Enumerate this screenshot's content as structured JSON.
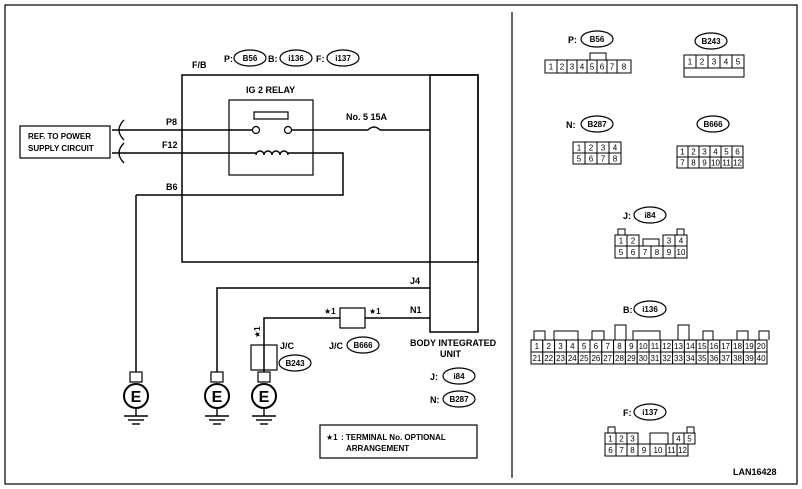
{
  "circuit": {
    "fb_label": "F/B",
    "conn_p_prefix": "P:",
    "conn_p": "B56",
    "conn_b_prefix": "B:",
    "conn_b": "i136",
    "conn_f_prefix": "F:",
    "conn_f": "i137",
    "relay_title": "IG 2 RELAY",
    "fuse_label": "No. 5  15A",
    "ref_box": [
      "REF. TO POWER",
      "SUPPLY CIRCUIT"
    ],
    "pin_p8": "P8",
    "pin_f12": "F12",
    "pin_b6": "B6",
    "pin_j4": "J4",
    "pin_n1": "N1",
    "star_a": "★1",
    "star_b": "★1",
    "star_c": "★1",
    "jc_left": "J/C",
    "jc_left_conn": "B243",
    "jc_mid": "J/C",
    "jc_mid_conn": "B666",
    "biu": [
      "BODY INTEGRATED",
      "UNIT"
    ],
    "biu_j_prefix": "J:",
    "biu_j": "i84",
    "biu_n_prefix": "N:",
    "biu_n": "B287",
    "ground": "E",
    "note_star": "★1",
    "note_text": [
      ": TERMINAL No. OPTIONAL",
      "ARRANGEMENT"
    ]
  },
  "connectors": {
    "b56": {
      "prefix": "P:",
      "id": "B56",
      "pins": [
        "1",
        "2",
        "3",
        "4",
        "5",
        "6",
        "7",
        "8"
      ]
    },
    "b243": {
      "id": "B243",
      "pins": [
        "1",
        "2",
        "3",
        "4",
        "5"
      ]
    },
    "b287": {
      "prefix": "N:",
      "id": "B287",
      "row1": [
        "1",
        "2",
        "3",
        "4"
      ],
      "row2": [
        "5",
        "6",
        "7",
        "8"
      ]
    },
    "b666": {
      "id": "B666",
      "row1": [
        "1",
        "2",
        "3",
        "4",
        "5",
        "6"
      ],
      "row2": [
        "7",
        "8",
        "9",
        "10",
        "11",
        "12"
      ]
    },
    "i84": {
      "prefix": "J:",
      "id": "i84",
      "row1": [
        "1",
        "2",
        "3",
        "4"
      ],
      "row2": [
        "5",
        "6",
        "7",
        "8",
        "9",
        "10"
      ]
    },
    "i136": {
      "prefix": "B:",
      "id": "i136",
      "row1": [
        "1",
        "2",
        "3",
        "4",
        "5",
        "6",
        "7",
        "8",
        "9",
        "10",
        "11",
        "12",
        "13",
        "14",
        "15",
        "16",
        "17",
        "18",
        "19",
        "20"
      ],
      "row2": [
        "21",
        "22",
        "23",
        "24",
        "25",
        "26",
        "27",
        "28",
        "29",
        "30",
        "31",
        "32",
        "33",
        "34",
        "35",
        "36",
        "37",
        "38",
        "39",
        "40"
      ]
    },
    "i137": {
      "prefix": "F:",
      "id": "i137",
      "row1": [
        "1",
        "2",
        "3",
        "4",
        "5"
      ],
      "row2": [
        "6",
        "7",
        "8",
        "9",
        "10",
        "11",
        "12"
      ]
    }
  },
  "diagram_code": "LAN16428"
}
